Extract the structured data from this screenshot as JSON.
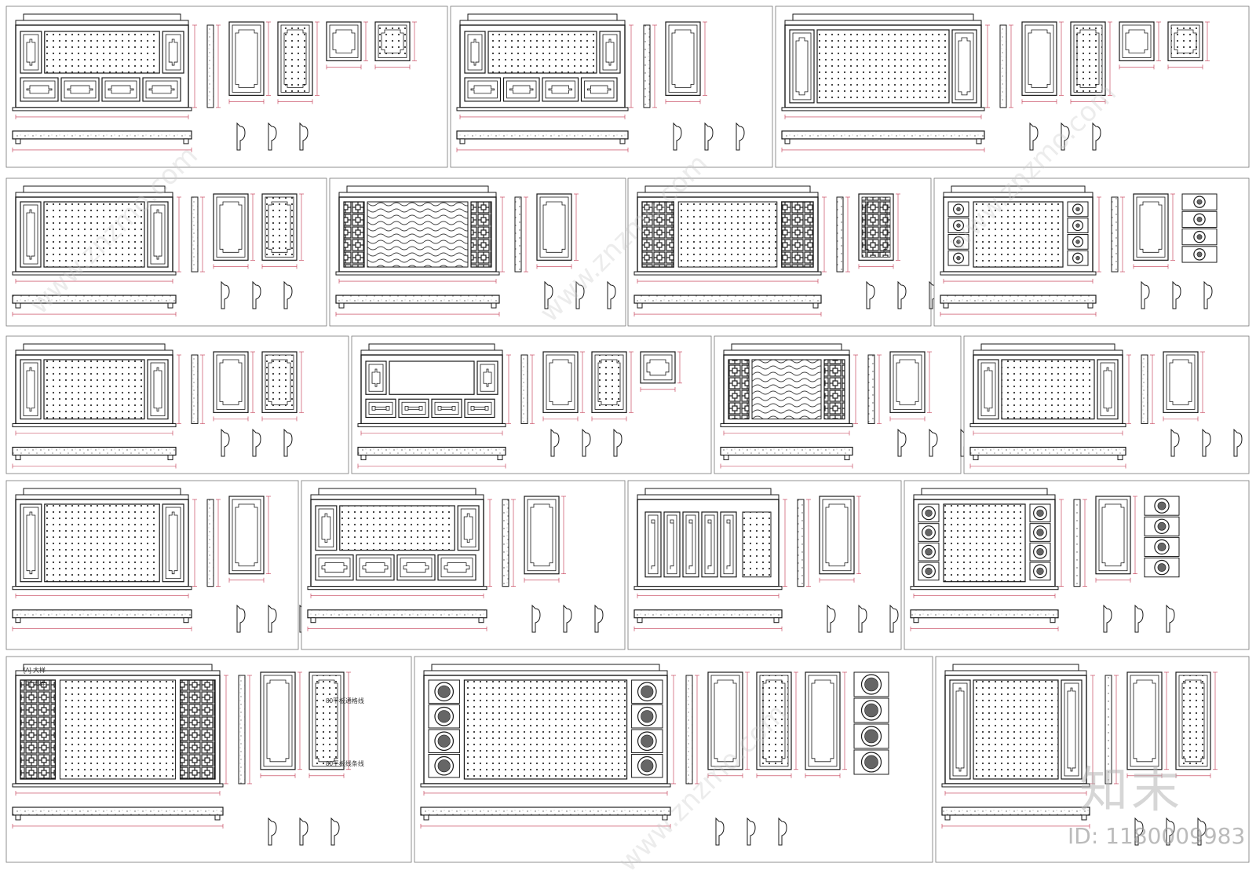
{
  "drawing": {
    "stroke": "#1a1a1a",
    "dim_color": "#c0304a",
    "pattern_color": "#333333",
    "panel_border": "#777777"
  },
  "captions": {
    "a": "[A] 大样",
    "b": "[B] 大样",
    "c": "80平板通格线",
    "d": "80平板线条线"
  },
  "watermark": {
    "logo": "知末",
    "id_text": "ID: 1180009983",
    "site": "www.znzmo.com"
  }
}
